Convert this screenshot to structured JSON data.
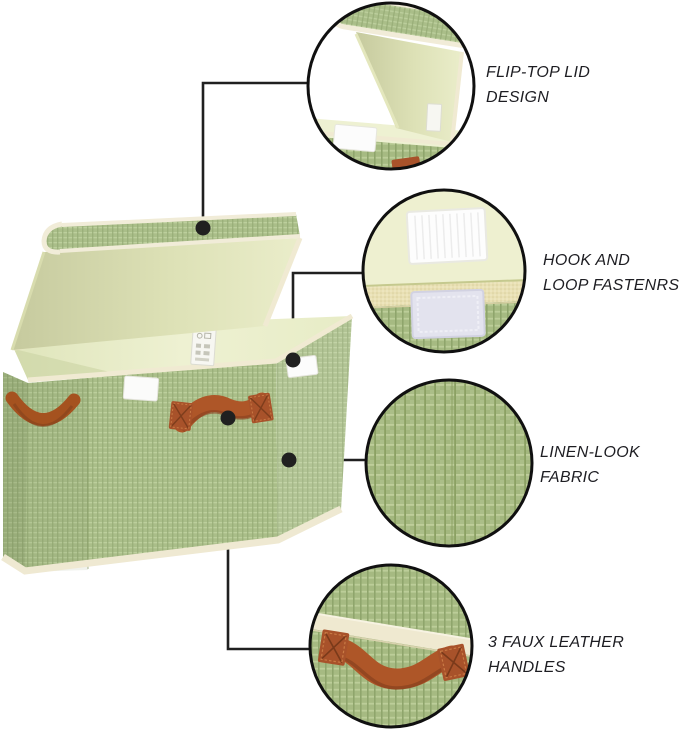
{
  "graphic": {
    "type": "product-feature-callout",
    "product_name": "green fabric storage box with flip-top lid",
    "background": "#ffffff"
  },
  "colors": {
    "fabric_green": "#aabe89",
    "fabric_green_dark": "#97ac76",
    "fabric_green_light": "#bccf9d",
    "trim_cream": "#f0ead2",
    "lid_underside": "#dfe4b8",
    "interior_cream": "#ecf0cd",
    "handle_brown": "#ae5628",
    "velcro_white": "#fcfcfc",
    "velcro_lavender": "#e3e3ee",
    "connector_black": "#202020",
    "label_text": "#1d1d22"
  },
  "callouts": [
    {
      "id": "flip-top-lid",
      "lines": [
        "FLIP-TOP LID",
        "DESIGN"
      ]
    },
    {
      "id": "hook-loop-fasteners",
      "lines": [
        "HOOK AND",
        "LOOP FASTENRS"
      ]
    },
    {
      "id": "linen-fabric",
      "lines": [
        "LINEN-LOOK",
        "FABRIC"
      ]
    },
    {
      "id": "faux-leather-handles",
      "lines": [
        "3 FAUX LEATHER",
        "HANDLES"
      ]
    }
  ]
}
